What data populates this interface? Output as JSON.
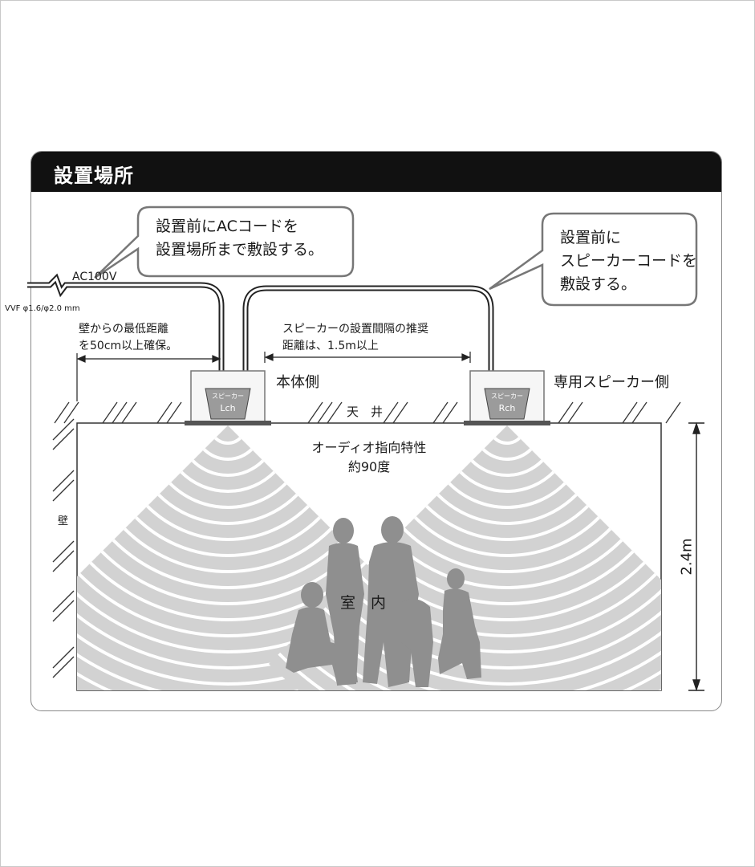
{
  "panel": {
    "title": "設置場所"
  },
  "callouts": {
    "left_line1": "設置前にACコードを",
    "left_line2": "設置場所まで敷設する。",
    "right_line1": "設置前に",
    "right_line2": "スピーカーコードを",
    "right_line3": "敷設する。"
  },
  "power": {
    "ac_label": "AC100V",
    "cable_spec": "VVF φ1.6/φ2.0 mm"
  },
  "wall_distance": {
    "line1": "壁からの最低距離",
    "line2": "を50cm以上確保。"
  },
  "speaker_spacing": {
    "line1": "スピーカーの設置間隔の推奨",
    "line2": "距離は、1.5m以上"
  },
  "units": {
    "main_side_label": "本体側",
    "dedicated_side_label": "専用スピーカー側",
    "left_speaker_top": "スピーカー",
    "left_speaker_channel": "Lch",
    "right_speaker_top": "スピーカー",
    "right_speaker_channel": "Rch"
  },
  "room": {
    "ceiling_label": "天　井",
    "directivity_line1": "オーディオ指向特性",
    "directivity_line2": "約90度",
    "wall_label": "壁",
    "indoor_label": "室　内",
    "height_label": "2.4m"
  },
  "colors": {
    "header_bg": "#111111",
    "sound_wave": "#d2d2d2",
    "people": "#8f8f8f",
    "line": "#222222"
  }
}
